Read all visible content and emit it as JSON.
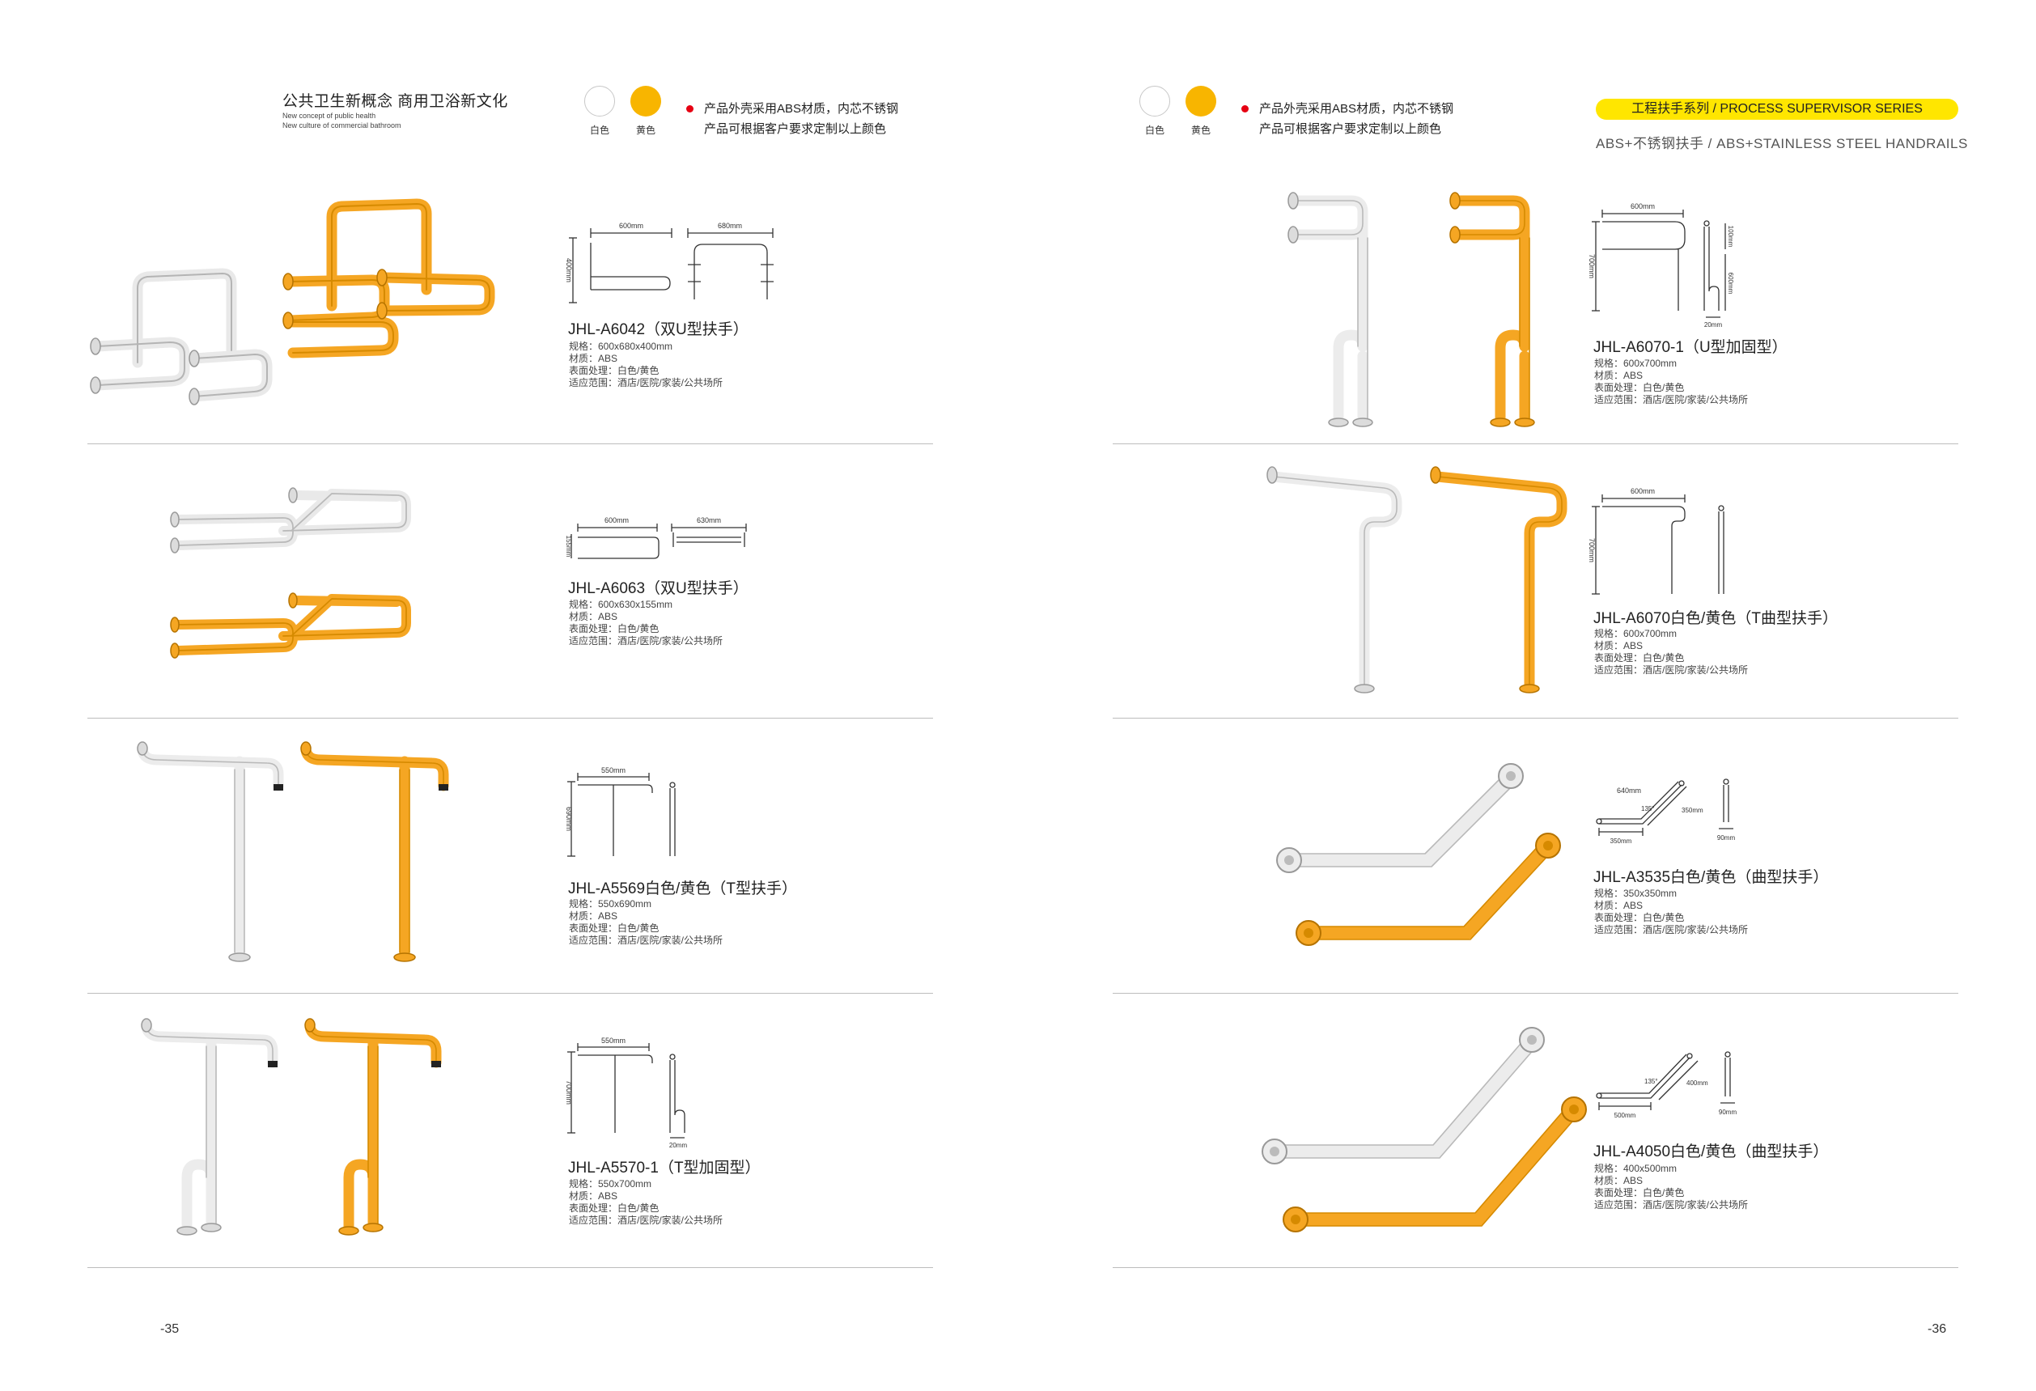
{
  "colors": {
    "white": "#ffffff",
    "yellow": "#f8b500",
    "accent": "#ffe600",
    "dot": "#e60012"
  },
  "left_header": {
    "title": "公共卫生新概念   商用卫浴新文化",
    "sub1": "New concept of public health",
    "sub2": "New culture of commercial bathroom"
  },
  "swatches": {
    "white_label": "白色",
    "yellow_label": "黄色"
  },
  "notes": {
    "line1": "产品外壳采用ABS材质，内芯不锈钢",
    "line2": "产品可根据客户要求定制以上颜色"
  },
  "right_header": {
    "series": "工程扶手系列 / PROCESS SUPERVISOR SERIES",
    "subtitle": "ABS+不锈钢扶手 / ABS+STAINLESS STEEL HANDRAILS"
  },
  "products": [
    {
      "model": "JHL-A6042（双U型扶手）",
      "spec": "规格：600x680x400mm",
      "material": "材质：ABS",
      "finish": "表面处理：白色/黄色",
      "usage": "适应范围：酒店/医院/家装/公共场所",
      "dims": [
        "600mm",
        "680mm",
        "400mm"
      ]
    },
    {
      "model": "JHL-A6063（双U型扶手）",
      "spec": "规格：600x630x155mm",
      "material": "材质：ABS",
      "finish": "表面处理：白色/黄色",
      "usage": "适应范围：酒店/医院/家装/公共场所",
      "dims": [
        "600mm",
        "630mm",
        "155mm"
      ]
    },
    {
      "model": "JHL-A5569白色/黄色（T型扶手）",
      "spec": "规格：550x690mm",
      "material": "材质：ABS",
      "finish": "表面处理：白色/黄色",
      "usage": "适应范围：酒店/医院/家装/公共场所",
      "dims": [
        "550mm",
        "690mm"
      ]
    },
    {
      "model": "JHL-A5570-1（T型加固型）",
      "spec": "规格：550x700mm",
      "material": "材质：ABS",
      "finish": "表面处理：白色/黄色",
      "usage": "适应范围：酒店/医院/家装/公共场所",
      "dims": [
        "550mm",
        "700mm",
        "20mm"
      ]
    },
    {
      "model": "JHL-A6070-1（U型加固型）",
      "spec": "规格：600x700mm",
      "material": "材质：ABS",
      "finish": "表面处理：白色/黄色",
      "usage": "适应范围：酒店/医院/家装/公共场所",
      "dims": [
        "600mm",
        "700mm",
        "100mm",
        "600mm",
        "20mm"
      ]
    },
    {
      "model": "JHL-A6070白色/黄色（T曲型扶手）",
      "spec": "规格：600x700mm",
      "material": "材质：ABS",
      "finish": "表面处理：白色/黄色",
      "usage": "适应范围：酒店/医院/家装/公共场所",
      "dims": [
        "600mm",
        "700mm"
      ]
    },
    {
      "model": "JHL-A3535白色/黄色（曲型扶手）",
      "spec": "规格：350x350mm",
      "material": "材质：ABS",
      "finish": "表面处理：白色/黄色",
      "usage": "适应范围：酒店/医院/家装/公共场所",
      "dims": [
        "640mm",
        "135°",
        "350mm",
        "350mm",
        "90mm"
      ]
    },
    {
      "model": "JHL-A4050白色/黄色（曲型扶手）",
      "spec": "规格：400x500mm",
      "material": "材质：ABS",
      "finish": "表面处理：白色/黄色",
      "usage": "适应范围：酒店/医院/家装/公共场所",
      "dims": [
        "135°",
        "400mm",
        "500mm",
        "90mm"
      ]
    }
  ],
  "page_numbers": {
    "left": "-35",
    "right": "-36"
  }
}
